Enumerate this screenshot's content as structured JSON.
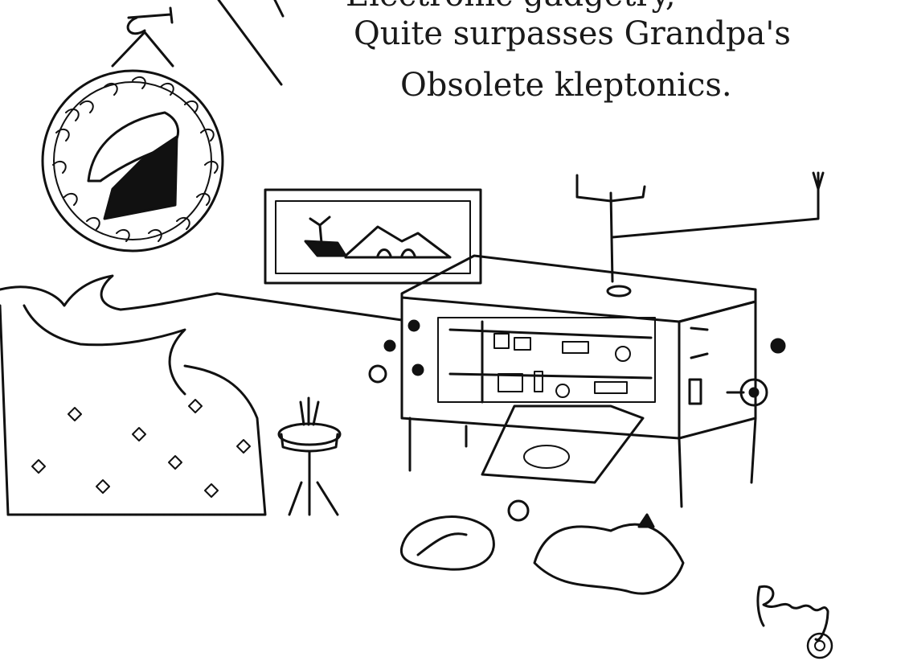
{
  "caption": {
    "line1": "Electronic gadgetry,",
    "line2": "Quite surpasses Grandpa's",
    "line3": "Obsolete kleptonics."
  },
  "signature": "Perry"
}
